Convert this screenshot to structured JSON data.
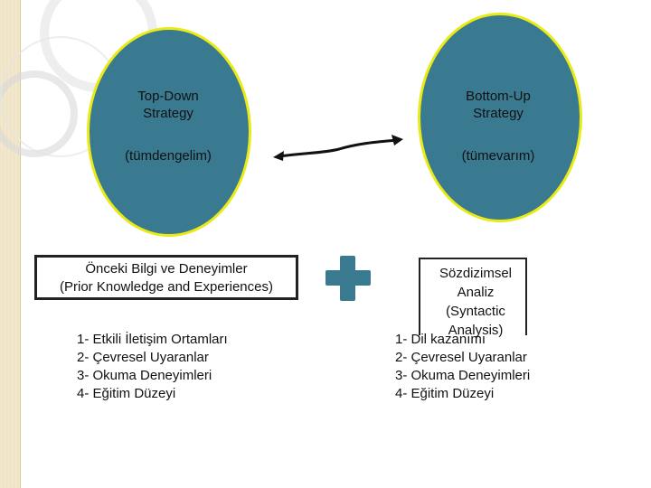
{
  "left_oval": {
    "title_line1": "Top-Down",
    "title_line2": "Strategy",
    "subtitle": "(tümdengelim)"
  },
  "right_oval": {
    "title_line1": "Bottom-Up",
    "title_line2": "Strategy",
    "subtitle": "(tümevarım)"
  },
  "left_box": {
    "line1": "Önceki Bilgi ve Deneyimler",
    "line2": "(Prior Knowledge and Experiences)"
  },
  "right_box": {
    "line1": "Sözdizimsel",
    "line2": "Analiz",
    "line3": "(Syntactic",
    "line4": "Analysis)"
  },
  "left_list": [
    "1- Etkili İletişim Ortamları",
    "2- Çevresel Uyaranlar",
    "3- Okuma Deneyimleri",
    "4- Eğitim Düzeyi"
  ],
  "right_list": [
    "1- Dil kazanımı",
    "2- Çevresel Uyaranlar",
    "3- Okuma Deneyimleri",
    "4- Eğitim Düzeyi"
  ],
  "colors": {
    "oval_fill": "#3a7a91",
    "oval_border": "#e9ea16",
    "plus": "#3a7a91"
  },
  "icons": {
    "connector": "double-headed-arrow",
    "plus": "plus-icon"
  }
}
